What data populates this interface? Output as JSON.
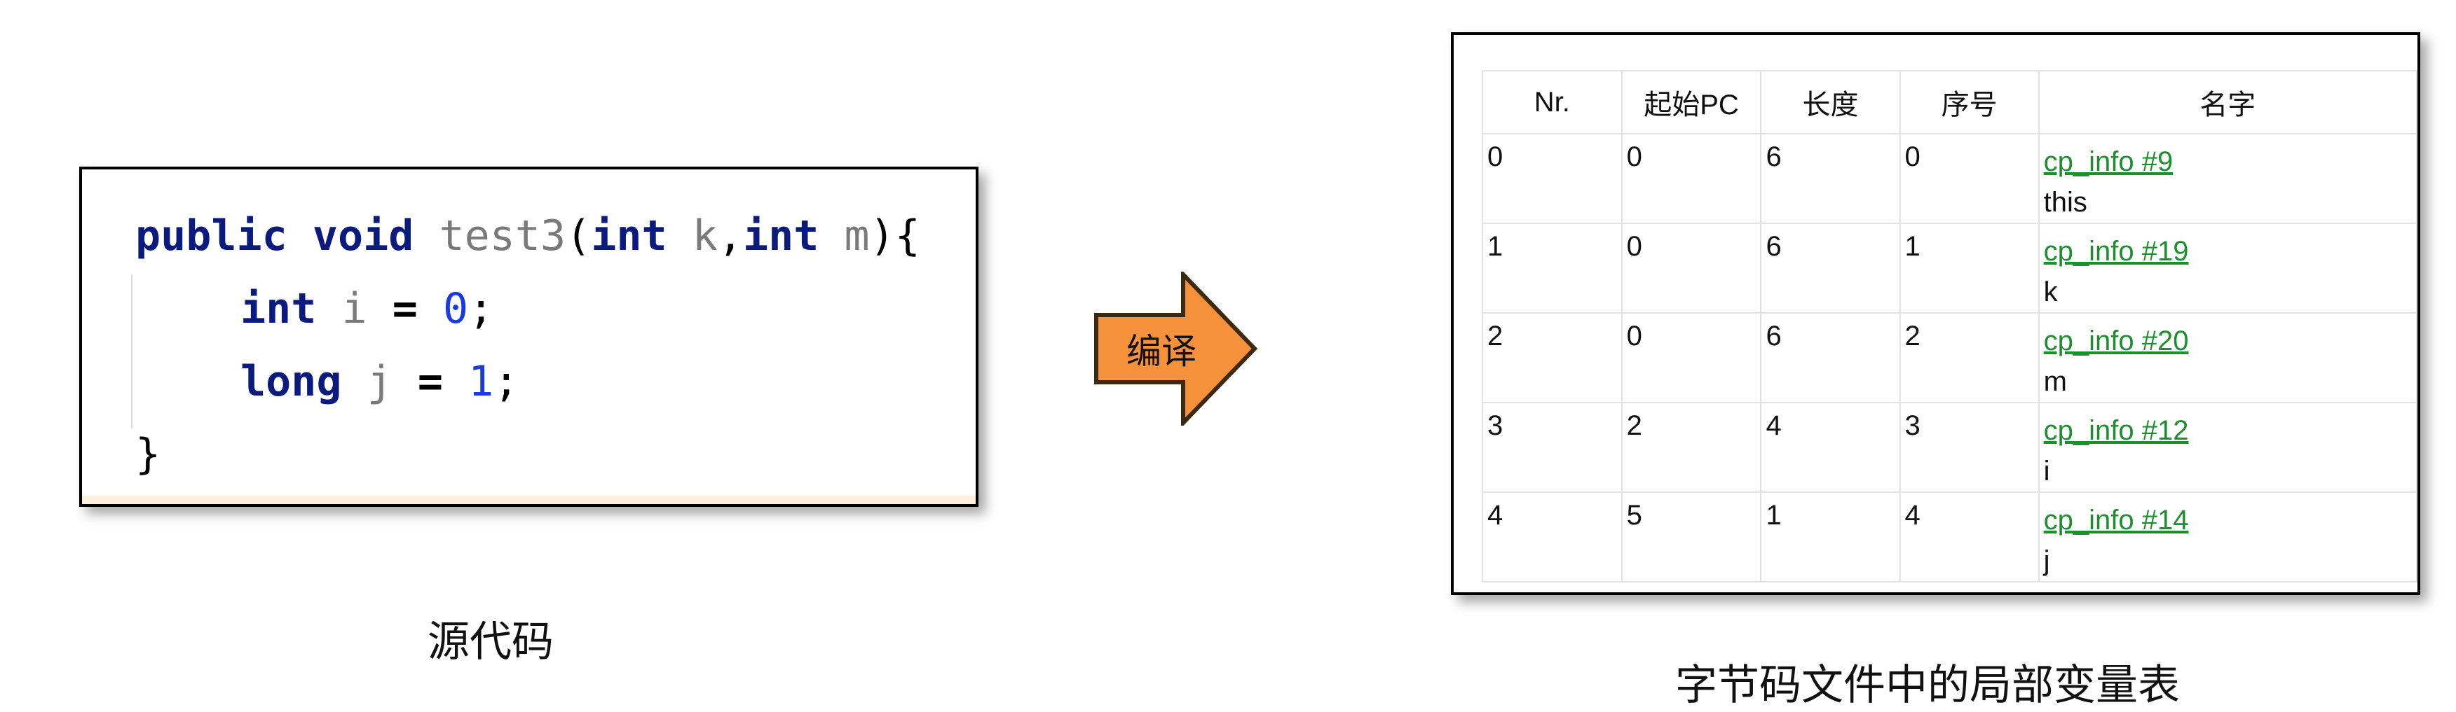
{
  "source_panel": {
    "code_lines": [
      [
        {
          "t": "public",
          "k": "kw"
        },
        {
          "t": " ",
          "k": "punc"
        },
        {
          "t": "void",
          "k": "kw"
        },
        {
          "t": " ",
          "k": "punc"
        },
        {
          "t": "test3",
          "k": "id"
        },
        {
          "t": "(",
          "k": "punc"
        },
        {
          "t": "int",
          "k": "kw"
        },
        {
          "t": " ",
          "k": "punc"
        },
        {
          "t": "k",
          "k": "id"
        },
        {
          "t": ",",
          "k": "punc"
        },
        {
          "t": "int",
          "k": "kw"
        },
        {
          "t": " ",
          "k": "punc"
        },
        {
          "t": "m",
          "k": "id"
        },
        {
          "t": "){",
          "k": "punc"
        }
      ],
      [
        {
          "t": "int",
          "k": "kw"
        },
        {
          "t": " ",
          "k": "punc"
        },
        {
          "t": "i",
          "k": "id"
        },
        {
          "t": " ",
          "k": "punc"
        },
        {
          "t": "=",
          "k": "op"
        },
        {
          "t": " ",
          "k": "punc"
        },
        {
          "t": "0",
          "k": "num"
        },
        {
          "t": ";",
          "k": "punc"
        }
      ],
      [
        {
          "t": "long",
          "k": "kw"
        },
        {
          "t": " ",
          "k": "punc"
        },
        {
          "t": "j",
          "k": "id"
        },
        {
          "t": " ",
          "k": "punc"
        },
        {
          "t": "=",
          "k": "op"
        },
        {
          "t": " ",
          "k": "punc"
        },
        {
          "t": "1",
          "k": "num"
        },
        {
          "t": ";",
          "k": "punc"
        }
      ],
      [
        {
          "t": "}",
          "k": "punc"
        }
      ]
    ],
    "caption": "源代码"
  },
  "arrow": {
    "label": "编译",
    "fill_color": "#f5913a",
    "stroke_color": "#3a2a10"
  },
  "table_panel": {
    "columns": [
      "Nr.",
      "起始PC",
      "长度",
      "序号",
      "名字"
    ],
    "rows": [
      {
        "nr": "0",
        "start_pc": "0",
        "length": "6",
        "index": "0",
        "ref": "cp_info #9",
        "name": "this"
      },
      {
        "nr": "1",
        "start_pc": "0",
        "length": "6",
        "index": "1",
        "ref": "cp_info #19",
        "name": "k"
      },
      {
        "nr": "2",
        "start_pc": "0",
        "length": "6",
        "index": "2",
        "ref": "cp_info #20",
        "name": "m"
      },
      {
        "nr": "3",
        "start_pc": "2",
        "length": "4",
        "index": "3",
        "ref": "cp_info #12",
        "name": "i"
      },
      {
        "nr": "4",
        "start_pc": "5",
        "length": "1",
        "index": "4",
        "ref": "cp_info #14",
        "name": "j"
      }
    ],
    "caption": "字节码文件中的局部变量表",
    "link_color": "#1e8f2e"
  }
}
